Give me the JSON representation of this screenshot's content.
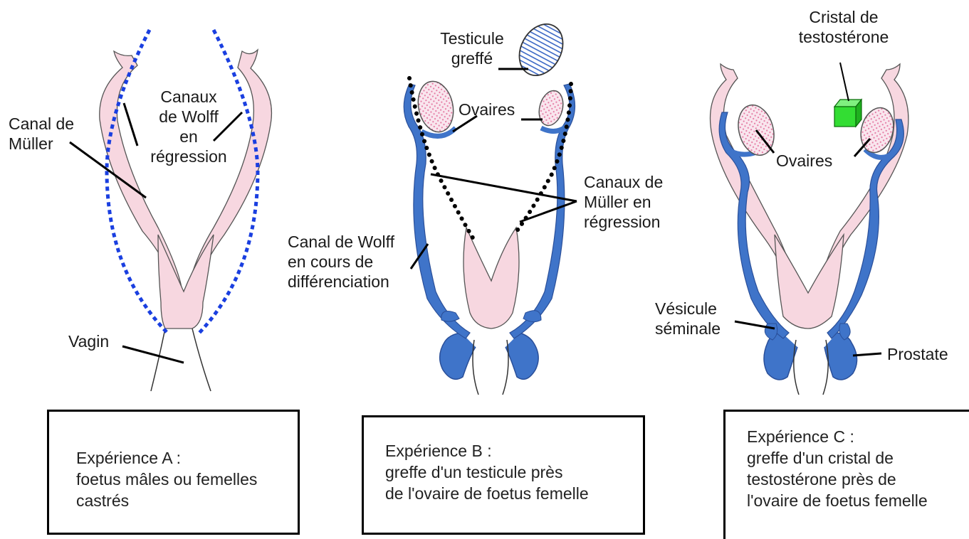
{
  "labels": {
    "a_canal_muller": [
      "Canal de",
      "Müller"
    ],
    "a_canaux_wolff": [
      "Canaux",
      "de Wolff",
      "en",
      "régression"
    ],
    "a_vagin": "Vagin",
    "b_testicule": [
      "Testicule",
      "greffé"
    ],
    "b_ovaires": "Ovaires",
    "b_canaux_muller": [
      "Canaux de",
      "Müller en",
      "régression"
    ],
    "b_canal_wolff": [
      "Canal de Wolff",
      "en cours de",
      "différenciation"
    ],
    "c_cristal": [
      "Cristal de",
      "testostérone"
    ],
    "c_ovaires": "Ovaires",
    "c_vesicule": [
      "Vésicule",
      "séminale"
    ],
    "c_prostate": "Prostate"
  },
  "boxes": {
    "a": [
      "Expérience A :",
      "foetus mâles ou femelles",
      "castrés"
    ],
    "b": [
      "Expérience B :",
      "greffe d'un testicule près",
      "de l'ovaire de foetus femelle"
    ],
    "c": [
      "Expérience C :",
      "greffe d'un cristal de",
      "testostérone près de",
      "l'ovaire de foetus femelle"
    ]
  },
  "colors": {
    "muller_fill": "#f7d7e0",
    "wolff_fill": "#3f74c9",
    "regression_dots_blue": "#1a3fe0",
    "regression_dots_black": "#000000",
    "crystal": "#33dd33",
    "testicle_stripes": "#3a66c4"
  }
}
